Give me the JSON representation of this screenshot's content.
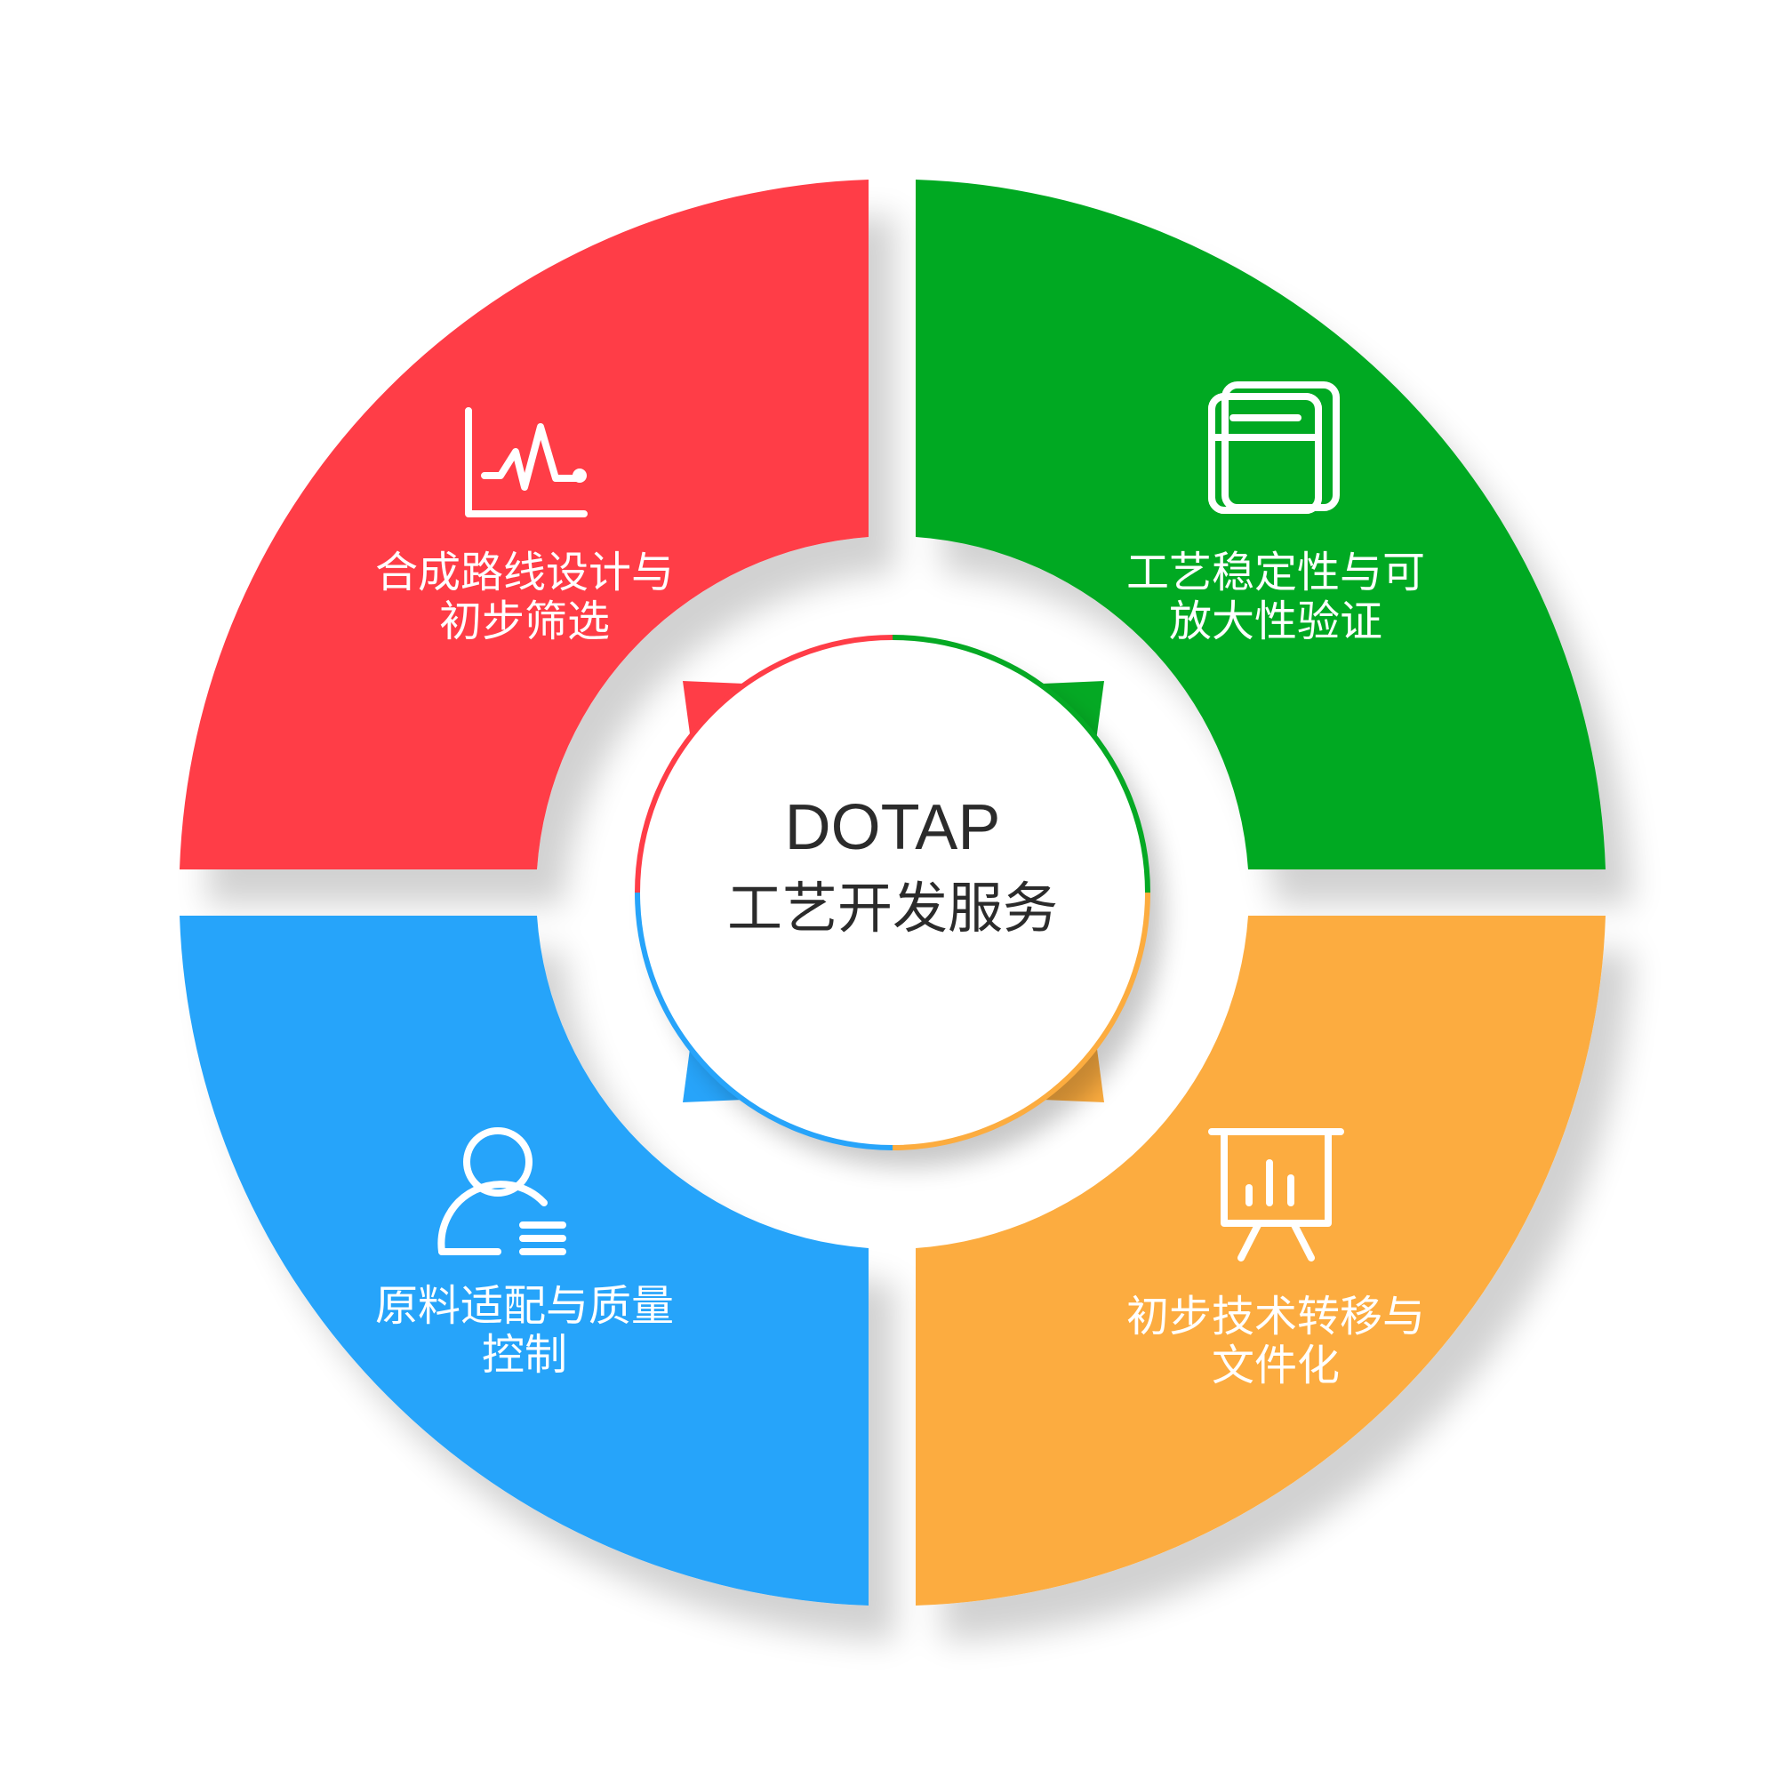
{
  "center": {
    "title": "DOTAP",
    "subtitle": "工艺开发服务"
  },
  "segments": [
    {
      "id": "top-left",
      "color": "#ff3d47",
      "icon": "line-chart-icon",
      "label_lines": [
        "合成路线设计与",
        "初步筛选"
      ]
    },
    {
      "id": "top-right",
      "color": "#05a924",
      "icon": "window-stack-icon",
      "label_lines": [
        "工艺稳定性与可",
        "放大性验证"
      ]
    },
    {
      "id": "bottom-left",
      "color": "#27a4fa",
      "icon": "user-list-icon",
      "label_lines": [
        "原料适配与质量",
        "控制"
      ]
    },
    {
      "id": "bottom-right",
      "color": "#fcac3f",
      "icon": "presentation-board-icon",
      "label_lines": [
        "初步技术转移与",
        "文件化"
      ]
    }
  ]
}
